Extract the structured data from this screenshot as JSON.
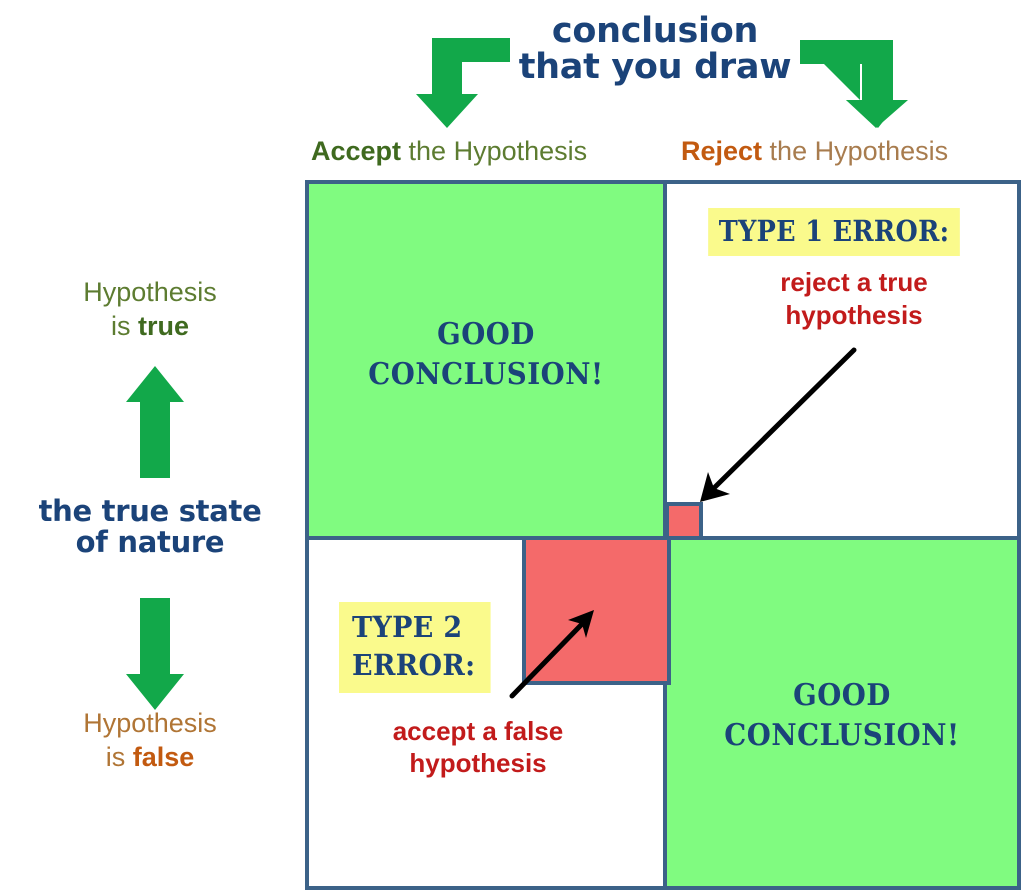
{
  "heading": {
    "line1": "conclusion",
    "line2": "that you draw",
    "color": "#1b4379"
  },
  "columns": [
    {
      "strong": "Accept",
      "rest": " the Hypothesis",
      "strong_color": "#3f6a1f",
      "rest_color": "#5d7c31"
    },
    {
      "strong": "Reject",
      "rest": " the Hypothesis",
      "strong_color": "#c25a10",
      "rest_color": "#a87c4e"
    }
  ],
  "side": {
    "title_line1": "the true state",
    "title_line2": "of nature",
    "title_color": "#1b4379",
    "row_true": {
      "line1": "Hypothesis",
      "line2_prefix": "is ",
      "line2_strong": "true",
      "color": "#5d7c31",
      "strong_color": "#3f6a1f"
    },
    "row_false": {
      "line1": "Hypothesis",
      "line2_prefix": "is ",
      "line2_strong": "false",
      "color": "#b07535",
      "strong_color": "#c25a10"
    }
  },
  "matrix": {
    "border_color": "#3c6288",
    "good_color": "#80fb80",
    "error_color": "#f46a6a",
    "highlight_color": "#fafa8c",
    "cells": {
      "top_left": {
        "label": "GOOD\nCONCLUSION!",
        "line1": "GOOD",
        "line2": "CONCLUSION!"
      },
      "bottom_right": {
        "label": "GOOD\nCONCLUSION!",
        "line1": "GOOD",
        "line2": "CONCLUSION!"
      },
      "top_right": {
        "title": "TYPE 1 ERROR:",
        "sub_line1": "reject a true",
        "sub_line2": "hypothesis",
        "sub_color": "#c21b1b"
      },
      "bottom_left": {
        "title_line1": "TYPE 2",
        "title_line2": "ERROR:",
        "sub_line1": "accept a false",
        "sub_line2": "hypothesis",
        "sub_color": "#c21b1b"
      }
    }
  },
  "arrows": {
    "green": "#12a84a",
    "black": "#000000"
  }
}
